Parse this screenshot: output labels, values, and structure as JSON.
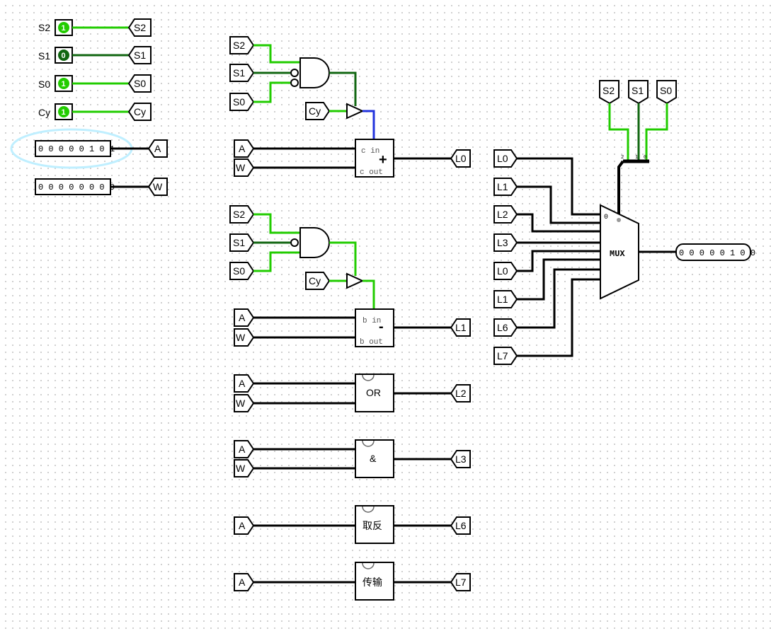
{
  "colors": {
    "wire_high": "#22cc00",
    "wire_low": "#116611",
    "wire_bus": "#000000",
    "wire_blue": "#2233dd",
    "selection_halo": "#bfefff"
  },
  "inputs": {
    "s2": {
      "label": "S2",
      "value": "1",
      "tunnel": "S2"
    },
    "s1": {
      "label": "S1",
      "value": "0",
      "tunnel": "S1"
    },
    "s0": {
      "label": "S0",
      "value": "1",
      "tunnel": "S0"
    },
    "cy": {
      "label": "Cy",
      "value": "1",
      "tunnel": "Cy"
    },
    "a": {
      "value": "0 0 0 0 0 1 0 1",
      "tunnel": "A"
    },
    "w": {
      "value": "0 0 0 0 0 0 0 0",
      "tunnel": "W"
    }
  },
  "adder": {
    "in_labels": [
      "S2",
      "S1",
      "S0"
    ],
    "carry": "Cy",
    "a": "A",
    "w": "W",
    "cin": "c in",
    "cout": "c out",
    "op": "+",
    "out": "L0"
  },
  "subtractor": {
    "in_labels": [
      "S2",
      "S1",
      "S0"
    ],
    "carry": "Cy",
    "a": "A",
    "w": "W",
    "bin": "b in",
    "bout": "b out",
    "op": "-",
    "out": "L1"
  },
  "or_block": {
    "a": "A",
    "w": "W",
    "op": "OR",
    "out": "L2"
  },
  "and_block": {
    "a": "A",
    "w": "W",
    "op": "&",
    "out": "L3"
  },
  "not_block": {
    "a": "A",
    "op": "取反",
    "out": "L6"
  },
  "pass_block": {
    "a": "A",
    "op": "传输",
    "out": "L7"
  },
  "mux": {
    "select_labels": [
      "S2",
      "S1",
      "S0"
    ],
    "select_bits": [
      "2",
      "1",
      "0"
    ],
    "zero_label": "0",
    "title": "MUX",
    "inputs": [
      "L0",
      "L1",
      "L2",
      "L3",
      "L0",
      "L1",
      "L6",
      "L7"
    ],
    "output_value": "0 0 0 0 0 1 0 0"
  }
}
